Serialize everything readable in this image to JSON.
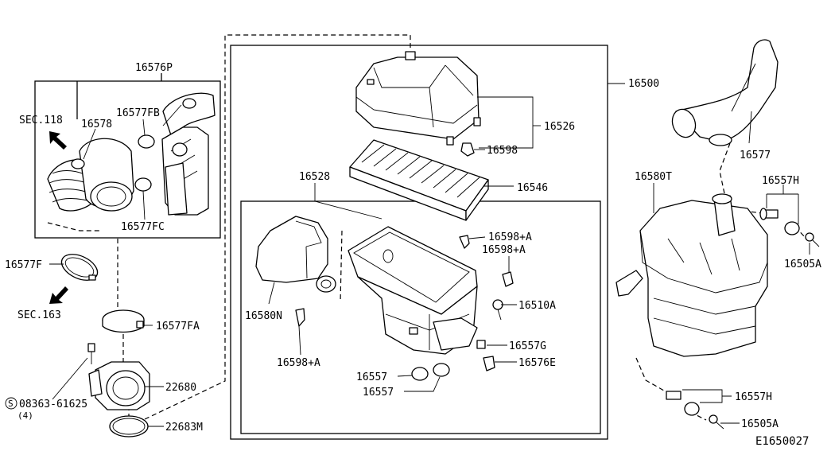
{
  "labels": {
    "p16576P": "16576P",
    "p16500": "16500",
    "p16578": "16578",
    "p16577FB": "16577FB",
    "sec118": "SEC.118",
    "p16577FC": "16577FC",
    "p16577F": "16577F",
    "sec163": "SEC.163",
    "p16577FA": "16577FA",
    "p22680": "22680",
    "screw_code": "08363-61625",
    "screw_symbol": "S",
    "screw_qty": "(4)",
    "p22683M": "22683M",
    "p16526": "16526",
    "p16598_top": "16598",
    "p16528": "16528",
    "p16546": "16546",
    "p16598A_1": "16598+A",
    "p16598A_2": "16598+A",
    "p16580N": "16580N",
    "p16510A": "16510A",
    "p16598A_3": "16598+A",
    "p16557G": "16557G",
    "p16557_1": "16557",
    "p16576E": "16576E",
    "p16557_2": "16557",
    "p16577": "16577",
    "p16580T": "16580T",
    "p16557H_1": "16557H",
    "p16505A_1": "16505A",
    "p16557H_2": "16557H",
    "p16505A_2": "16505A",
    "drawing_code": "E1650027"
  }
}
